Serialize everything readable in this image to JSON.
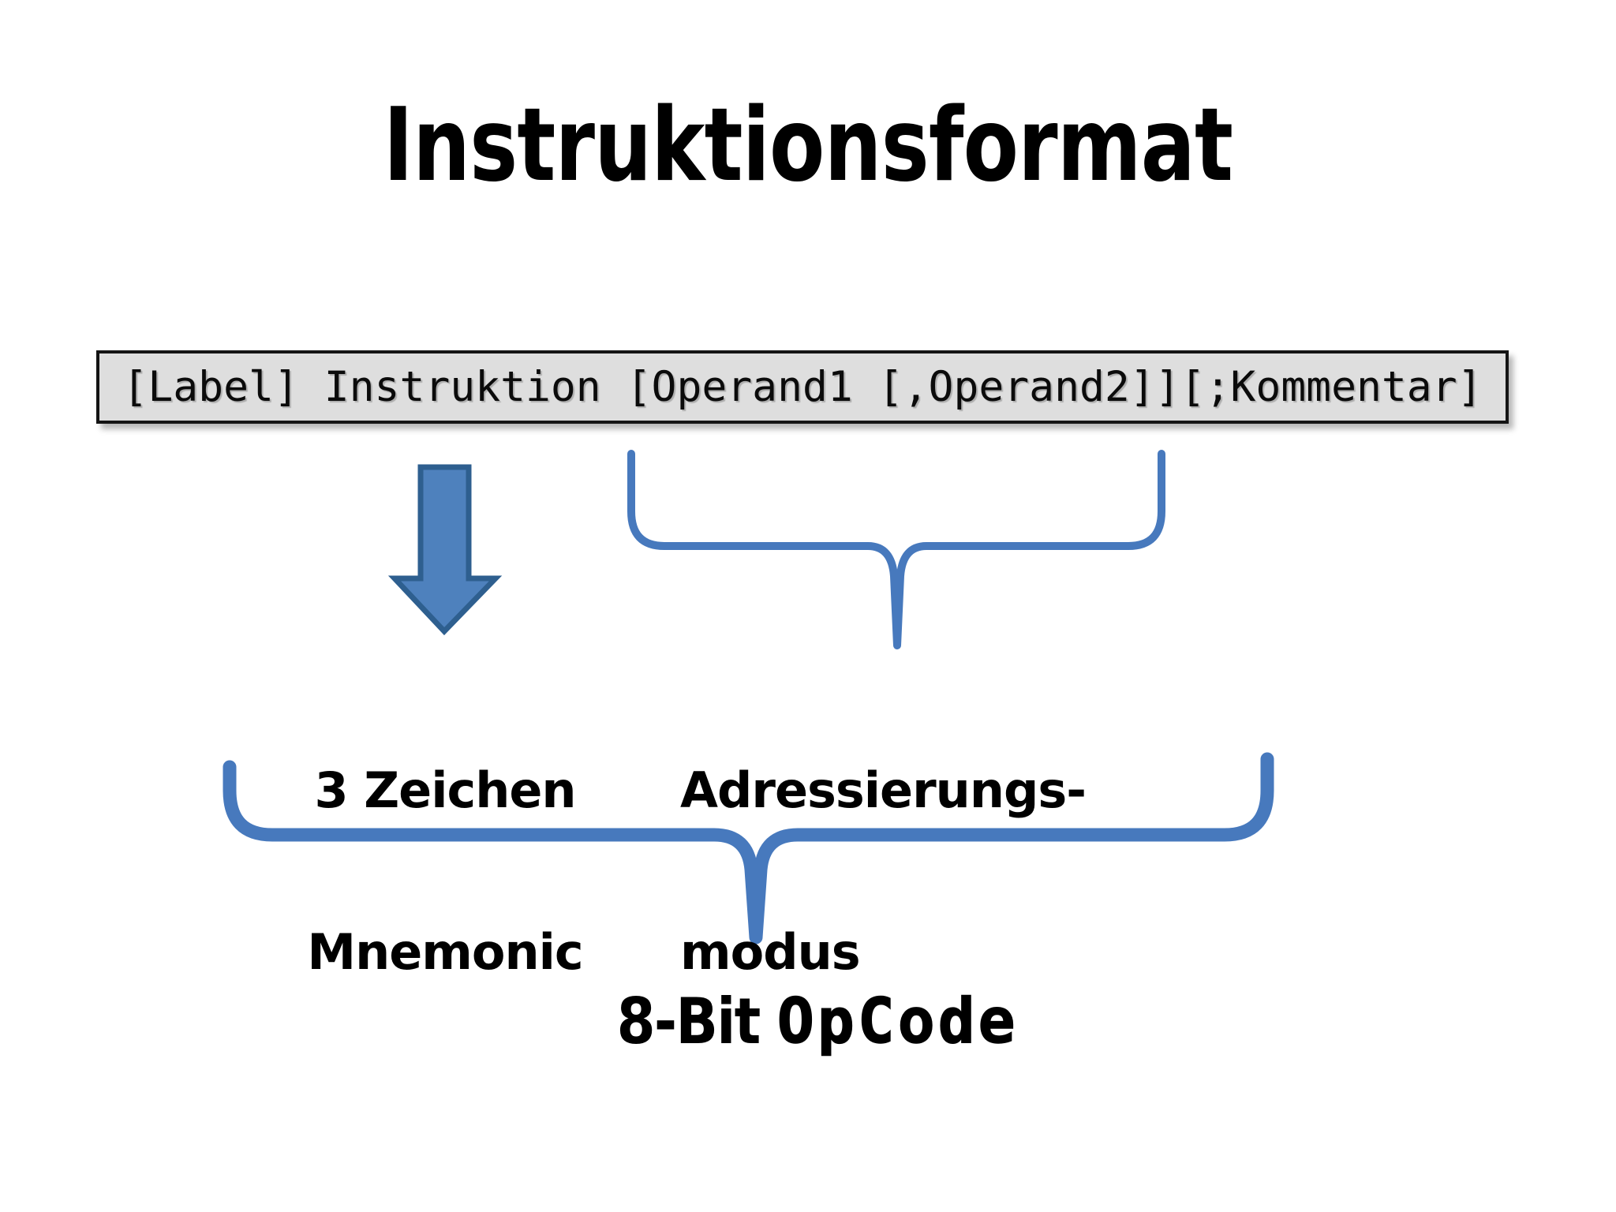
{
  "slide": {
    "title": "Instruktionsformat",
    "background_color": "#ffffff"
  },
  "code_box": {
    "text": "[Label] Instruktion [Operand1 [,Operand2]][;Kommentar]",
    "fill_color": "#dedede",
    "border_color": "#141414"
  },
  "annotations": {
    "arrow": {
      "name": "down-arrow",
      "fill_color": "#4e81bd",
      "stroke_color": "#2e5f8f",
      "points_to": "mnemonic"
    },
    "brace_top": {
      "name": "upper-curly-brace",
      "stroke_color": "#4779bd",
      "spans": "Operand1 [,Operand2]"
    },
    "brace_bottom": {
      "name": "lower-curly-brace",
      "stroke_color": "#4779bd",
      "spans": "mnemonic + addressing mode"
    }
  },
  "labels": {
    "mnemonic_line1": "3 Zeichen",
    "mnemonic_line2": "Mnemonic",
    "addressing_line1": "Adressierungs-",
    "addressing_line2": "modus",
    "opcode_prefix": "8-Bit",
    "opcode_mono": "OpCode"
  }
}
